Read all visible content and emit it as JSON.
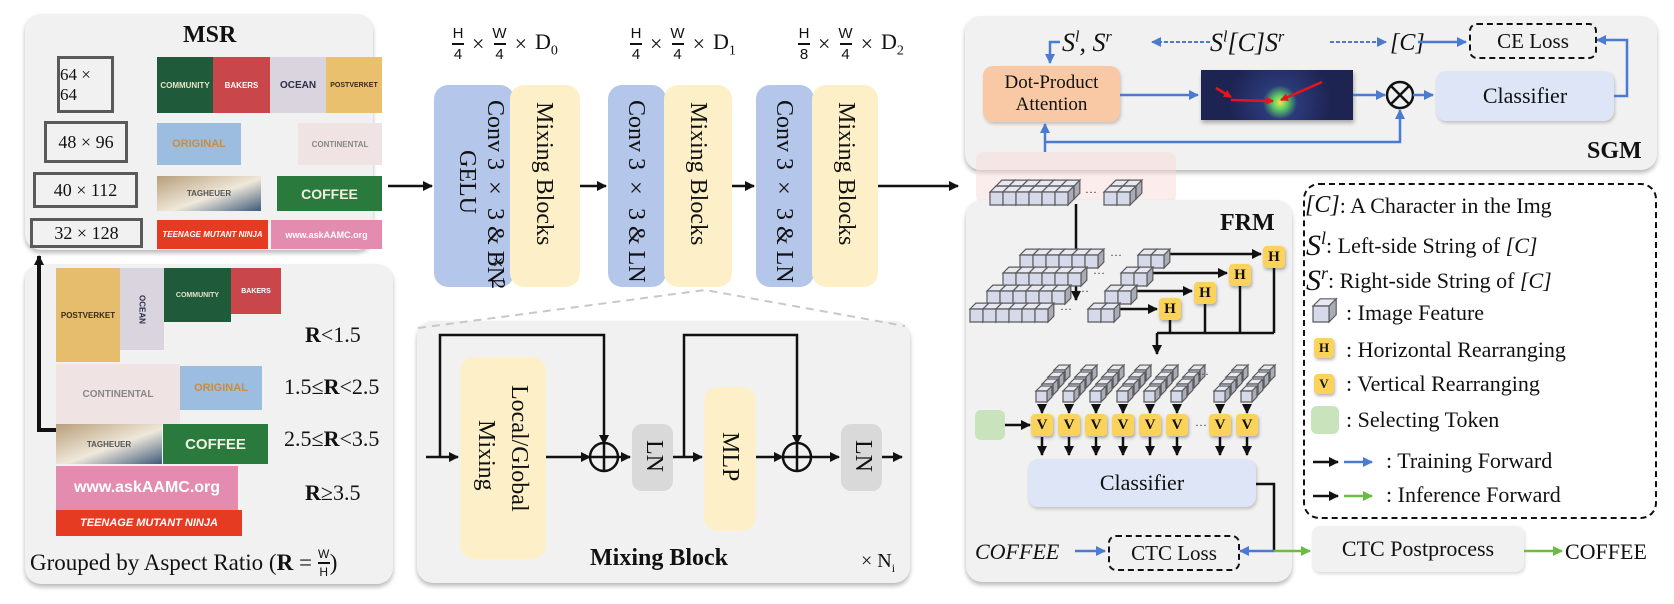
{
  "msr": {
    "title": "MSR",
    "sizes": [
      "64 × 64",
      "48 × 96",
      "40 × 112",
      "32 × 128"
    ],
    "thumbnails_row1": [
      "COMMUNITY",
      "BAKERS",
      "OCEAN",
      "POSTVERKET"
    ],
    "thumbnails_row2": [
      "ORIGINAL",
      "CONTINENTAL"
    ],
    "thumbnails_row3": [
      "TAGHEUER",
      "COFFEE"
    ],
    "thumbnails_row4": [
      "TEENAGE MUTANT NINJA",
      "www.askAAMC.org"
    ]
  },
  "grouping": {
    "ratio_labels": [
      {
        "bold": "R",
        "text": "<1.5",
        "prefix": ""
      },
      {
        "prefix": "1.5≤",
        "bold": "R",
        "text": "<2.5"
      },
      {
        "prefix": "2.5≤",
        "bold": "R",
        "text": "<3.5"
      },
      {
        "bold": "R",
        "text": "≥3.5",
        "prefix": ""
      }
    ],
    "caption_prefix": "Grouped by Aspect Ratio (",
    "caption_bold": "R",
    "caption_eq": " = ",
    "caption_num": "W",
    "caption_den": "H",
    "caption_suffix": ")",
    "thumbnails_r1": [
      "POSTVERKET",
      "OCEAN",
      "COMMUNITY",
      "BAKERS"
    ],
    "thumbnails_r2": [
      "CONTINENTAL",
      "ORIGINAL"
    ],
    "thumbnails_r3": [
      "TAGHEUER",
      "COFFEE"
    ],
    "thumbnails_r4": [
      "www.askAAMC.org",
      "TEENAGE MUTANT NINJA"
    ]
  },
  "stages": [
    {
      "h_den": "4",
      "w_den": "4",
      "d": "D",
      "d_sub": "0",
      "conv_label": "Conv 3 × 3 & BN",
      "extra_label": "GELU",
      "repeat": "× 2",
      "mix_label": "Mixing Blocks"
    },
    {
      "h_den": "4",
      "w_den": "4",
      "d": "D",
      "d_sub": "1",
      "conv_label": "Conv 3 × 3 & LN",
      "mix_label": "Mixing Blocks"
    },
    {
      "h_den": "8",
      "w_den": "4",
      "d": "D",
      "d_sub": "2",
      "conv_label": "Conv 3 × 3 & LN",
      "mix_label": "Mixing Blocks"
    }
  ],
  "mixing_block": {
    "title": "Mixing Block",
    "local_global": "Local/Global",
    "mixing": "Mixing",
    "ln": "LN",
    "mlp": "MLP",
    "repeat": "× N",
    "repeat_sub": "i"
  },
  "sgm": {
    "title": "SGM",
    "attention_line1": "Dot-Product",
    "attention_line2": "Attention",
    "classifier": "Classifier",
    "ce_loss": "CE Loss",
    "s_pair": "S, S",
    "s_full": "S[C]S",
    "c_label": "[C]",
    "sup_l": "l",
    "sup_r": "r"
  },
  "frm": {
    "title": "FRM",
    "h_label": "H",
    "v_label": "V",
    "classifier": "Classifier",
    "ctc_loss": "CTC Loss",
    "gt_text": "COFFEE",
    "ellipsis": "···"
  },
  "postprocess": {
    "label": "CTC Postprocess",
    "output": "COFFEE"
  },
  "legend": {
    "items": [
      {
        "symbol": "[C]",
        "text": ": A Character in the Img"
      },
      {
        "symbol": "S",
        "sup": "l",
        "text": ": Left-side String of ",
        "tail": "[C]"
      },
      {
        "symbol": "S",
        "sup": "r",
        "text": ": Right-side String of ",
        "tail": "[C]"
      },
      {
        "symbol": "cube",
        "text": ": Image Feature"
      },
      {
        "symbol": "H",
        "text": ": Horizontal Rearranging"
      },
      {
        "symbol": "V",
        "text": ": Vertical Rearranging"
      },
      {
        "symbol": "token",
        "text": ": Selecting Token"
      },
      {
        "symbol": "arrows-blue",
        "text": ": Training Forward"
      },
      {
        "symbol": "arrows-green",
        "text": ": Inference Forward"
      }
    ]
  },
  "colors": {
    "conv_blue": "#b4c6ea",
    "mix_yellow": "#fdf0c8",
    "attention_orange": "#f8c9a4",
    "classifier_blue": "#dde5f6",
    "rearrange_yellow": "#fbd35b",
    "token_green": "#c9e4bd",
    "train_blue": "#4a7bd0",
    "infer_green": "#6cbb45",
    "panel_gray": "#f1f1f1"
  }
}
